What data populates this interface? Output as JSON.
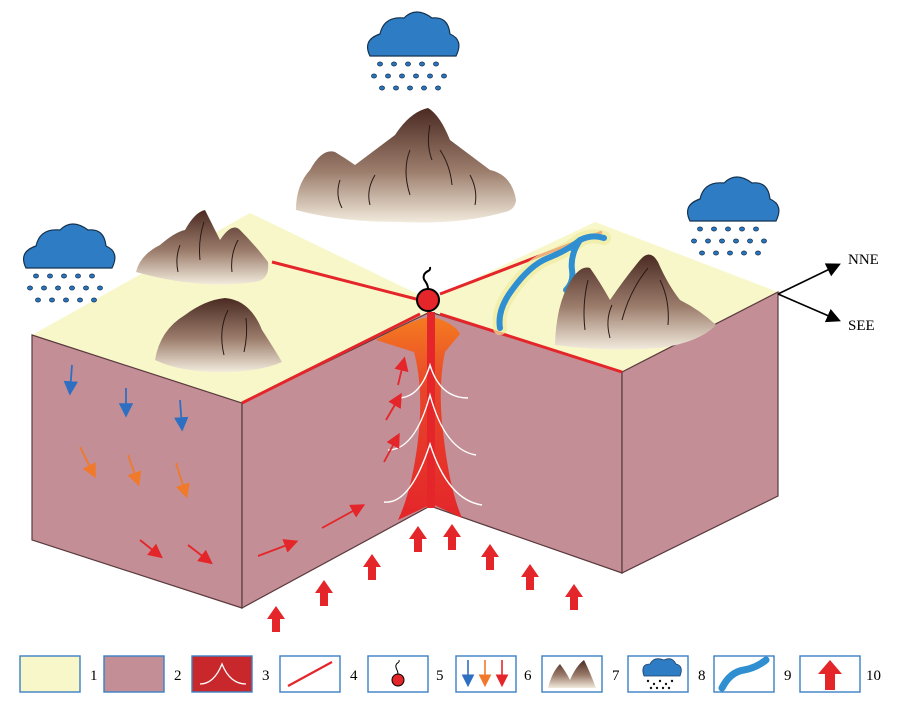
{
  "directions": {
    "nne": "NNE",
    "see": "SEE"
  },
  "legend": [
    {
      "number": "1",
      "icon": "pale-yellow-surface-swatch-icon"
    },
    {
      "number": "2",
      "icon": "mauve-rock-swatch-icon"
    },
    {
      "number": "3",
      "icon": "red-heat-curve-icon"
    },
    {
      "number": "4",
      "icon": "red-fault-line-icon"
    },
    {
      "number": "5",
      "icon": "red-spring-icon"
    },
    {
      "number": "6",
      "icon": "blue-orange-red-arrows-icon"
    },
    {
      "number": "7",
      "icon": "mountain-icon"
    },
    {
      "number": "8",
      "icon": "rain-cloud-icon"
    },
    {
      "number": "9",
      "icon": "river-icon"
    },
    {
      "number": "10",
      "icon": "red-up-arrow-icon"
    }
  ],
  "colors": {
    "surface": "#f8f7c9",
    "rock": "#c38e95",
    "fault": "#e4262a",
    "water": "#2f8fd0",
    "cloud": "#2e7dc4",
    "magma_orange": "#f36f21",
    "arrow_blue": "#2f6fc2",
    "arrow_orange": "#f07a2a",
    "arrow_red": "#e4262a",
    "mountain_dark": "#4a2a22",
    "mountain_light": "#e8dcc8"
  }
}
